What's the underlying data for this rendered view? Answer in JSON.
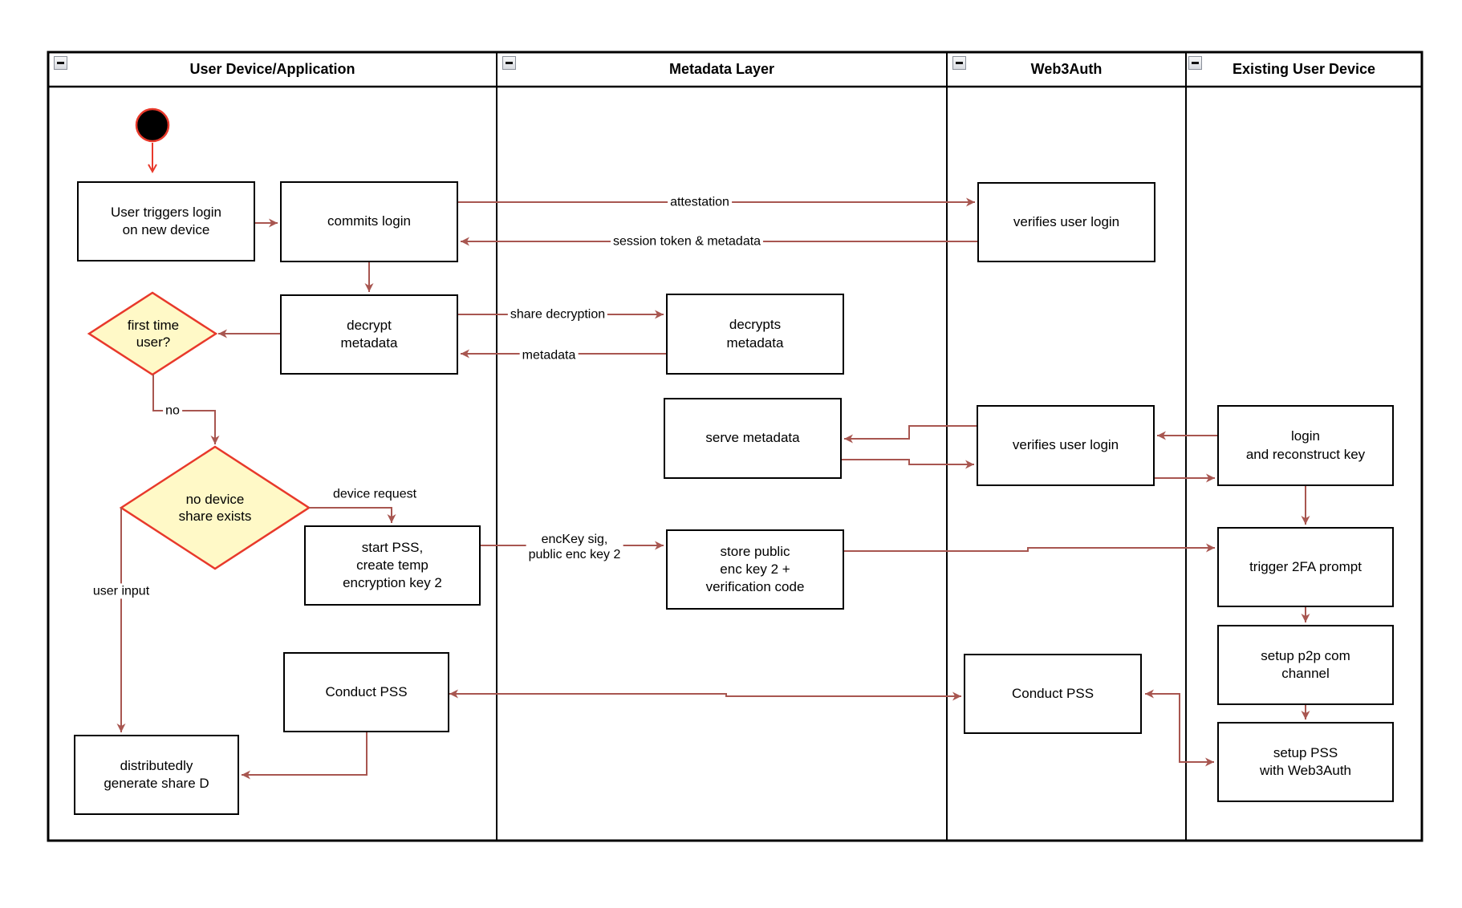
{
  "lanes": [
    {
      "title": "User Device/Application"
    },
    {
      "title": "Metadata Layer"
    },
    {
      "title": "Web3Auth"
    },
    {
      "title": "Existing User Device"
    }
  ],
  "nodes": {
    "user_triggers": {
      "label": "User triggers login\non new device"
    },
    "commits_login": {
      "label": "commits login"
    },
    "decrypt_metadata": {
      "label": "decrypt\nmetadata"
    },
    "first_time_user": {
      "label": "first time\nuser?"
    },
    "no_device_share": {
      "label": "no device\nshare exists"
    },
    "start_pss": {
      "label": "start PSS,\ncreate temp\nencryption key 2"
    },
    "conduct_pss_device": {
      "label": "Conduct PSS"
    },
    "generate_share_d": {
      "label": "distributedly\ngenerate share D"
    },
    "decrypts_metadata": {
      "label": "decrypts\nmetadata"
    },
    "serve_metadata": {
      "label": "serve metadata"
    },
    "store_public_key": {
      "label": "store public\nenc key 2 +\nverification code"
    },
    "verifies_user_login_1": {
      "label": "verifies user login"
    },
    "verifies_user_login_2": {
      "label": "verifies user login"
    },
    "conduct_pss_web3auth": {
      "label": "Conduct PSS"
    },
    "login_reconstruct": {
      "label": "login\nand reconstruct key"
    },
    "trigger_2fa": {
      "label": "trigger 2FA prompt"
    },
    "setup_p2p": {
      "label": "setup p2p com\nchannel"
    },
    "setup_pss": {
      "label": "setup PSS\nwith Web3Auth"
    }
  },
  "edge_labels": {
    "attestation": "attestation",
    "session_token": "session token & metadata",
    "share_decryption": "share decryption",
    "metadata": "metadata",
    "no": "no",
    "device_request": "device request",
    "enc_key": "encKey sig,\npublic enc key 2",
    "user_input": "user input"
  },
  "colors": {
    "arrow": "#A85650",
    "start": "#E8392B",
    "decision_fill": "#FFF9C7",
    "decision_border": "#E8392B"
  }
}
